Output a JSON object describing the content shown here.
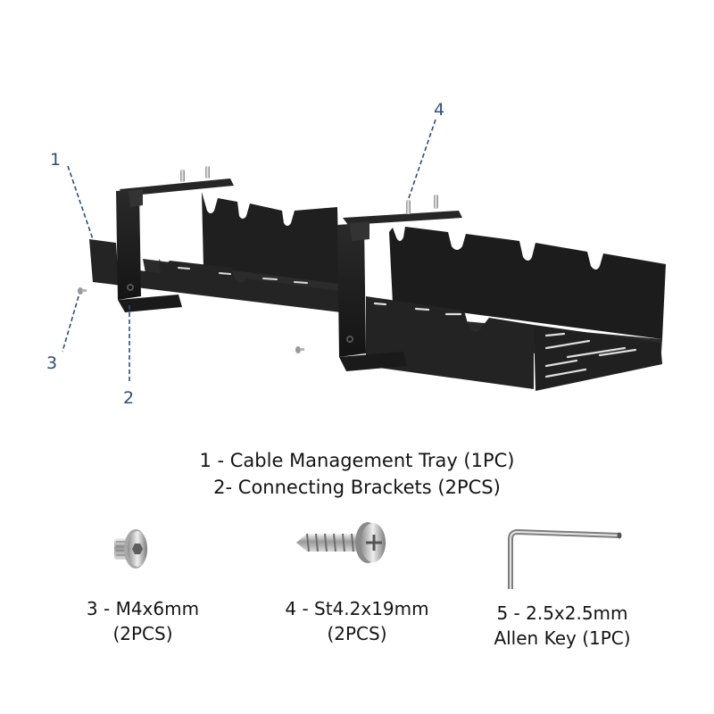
{
  "callouts": [
    {
      "id": "1",
      "label": "1",
      "points_to": "Cable Management Tray"
    },
    {
      "id": "2",
      "label": "2",
      "points_to": "Connecting Bracket"
    },
    {
      "id": "3",
      "label": "3",
      "points_to": "M4x6mm screw"
    },
    {
      "id": "4",
      "label": "4",
      "points_to": "St4.2x19mm screw"
    }
  ],
  "captions": {
    "line1": "1 - Cable Management Tray (1PC)",
    "line2": "2- Connecting Brackets (2PCS)"
  },
  "parts": [
    {
      "icon": "hex-socket-screw-icon",
      "line1": "3 - M4x6mm",
      "line2": "(2PCS)"
    },
    {
      "icon": "phillips-screw-icon",
      "line1": "4 - St4.2x19mm",
      "line2": "(2PCS)"
    },
    {
      "icon": "allen-key-icon",
      "line1": "5 - 2.5x2.5mm",
      "line2": "Allen Key (1PC)"
    }
  ],
  "colors": {
    "callout": "#2c4d7e",
    "metal_dark": "#1c1c1c",
    "text": "#141414"
  }
}
